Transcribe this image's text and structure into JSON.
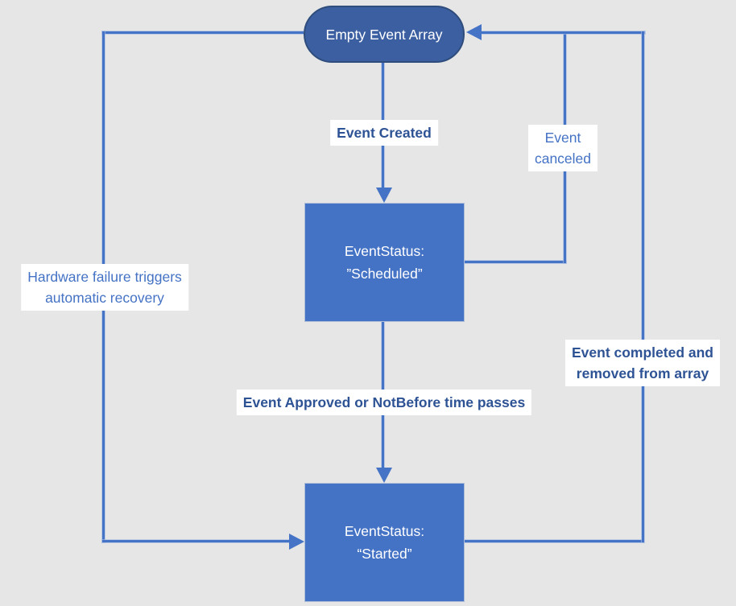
{
  "diagram": {
    "description": "Event lifecycle state diagram",
    "colors": {
      "background": "#e6e6e6",
      "node_fill": "#4472c4",
      "terminal_fill": "#3b5fa0",
      "terminal_border": "#2e4c7c",
      "connector": "#4573c5",
      "node_text": "#ffffff",
      "label_background": "#ffffff",
      "label_bold_text": "#2e5395",
      "label_regular_text": "#4472c4"
    },
    "nodes": {
      "empty_array": {
        "shape": "stadium",
        "label": "Empty Event Array"
      },
      "scheduled": {
        "shape": "rect",
        "label_line1": "EventStatus:",
        "label_line2": "”Scheduled”"
      },
      "started": {
        "shape": "rect",
        "label_line1": "EventStatus:",
        "label_line2": "“Started”"
      }
    },
    "edges": {
      "event_created": {
        "from": "empty_array",
        "to": "scheduled",
        "emphasis": "bold",
        "label": "Event Created"
      },
      "event_canceled": {
        "from": "scheduled",
        "to": "empty_array",
        "emphasis": "regular",
        "label_line1": "Event",
        "label_line2": "canceled"
      },
      "event_approved": {
        "from": "scheduled",
        "to": "started",
        "emphasis": "bold",
        "label": "Event Approved or NotBefore time passes"
      },
      "event_completed": {
        "from": "started",
        "to": "empty_array",
        "emphasis": "bold",
        "label_line1": "Event completed and",
        "label_line2": "removed from array"
      },
      "hardware_failure": {
        "from": "empty_array",
        "to": "started",
        "emphasis": "regular",
        "label_line1": "Hardware failure triggers",
        "label_line2": "automatic recovery"
      }
    }
  }
}
